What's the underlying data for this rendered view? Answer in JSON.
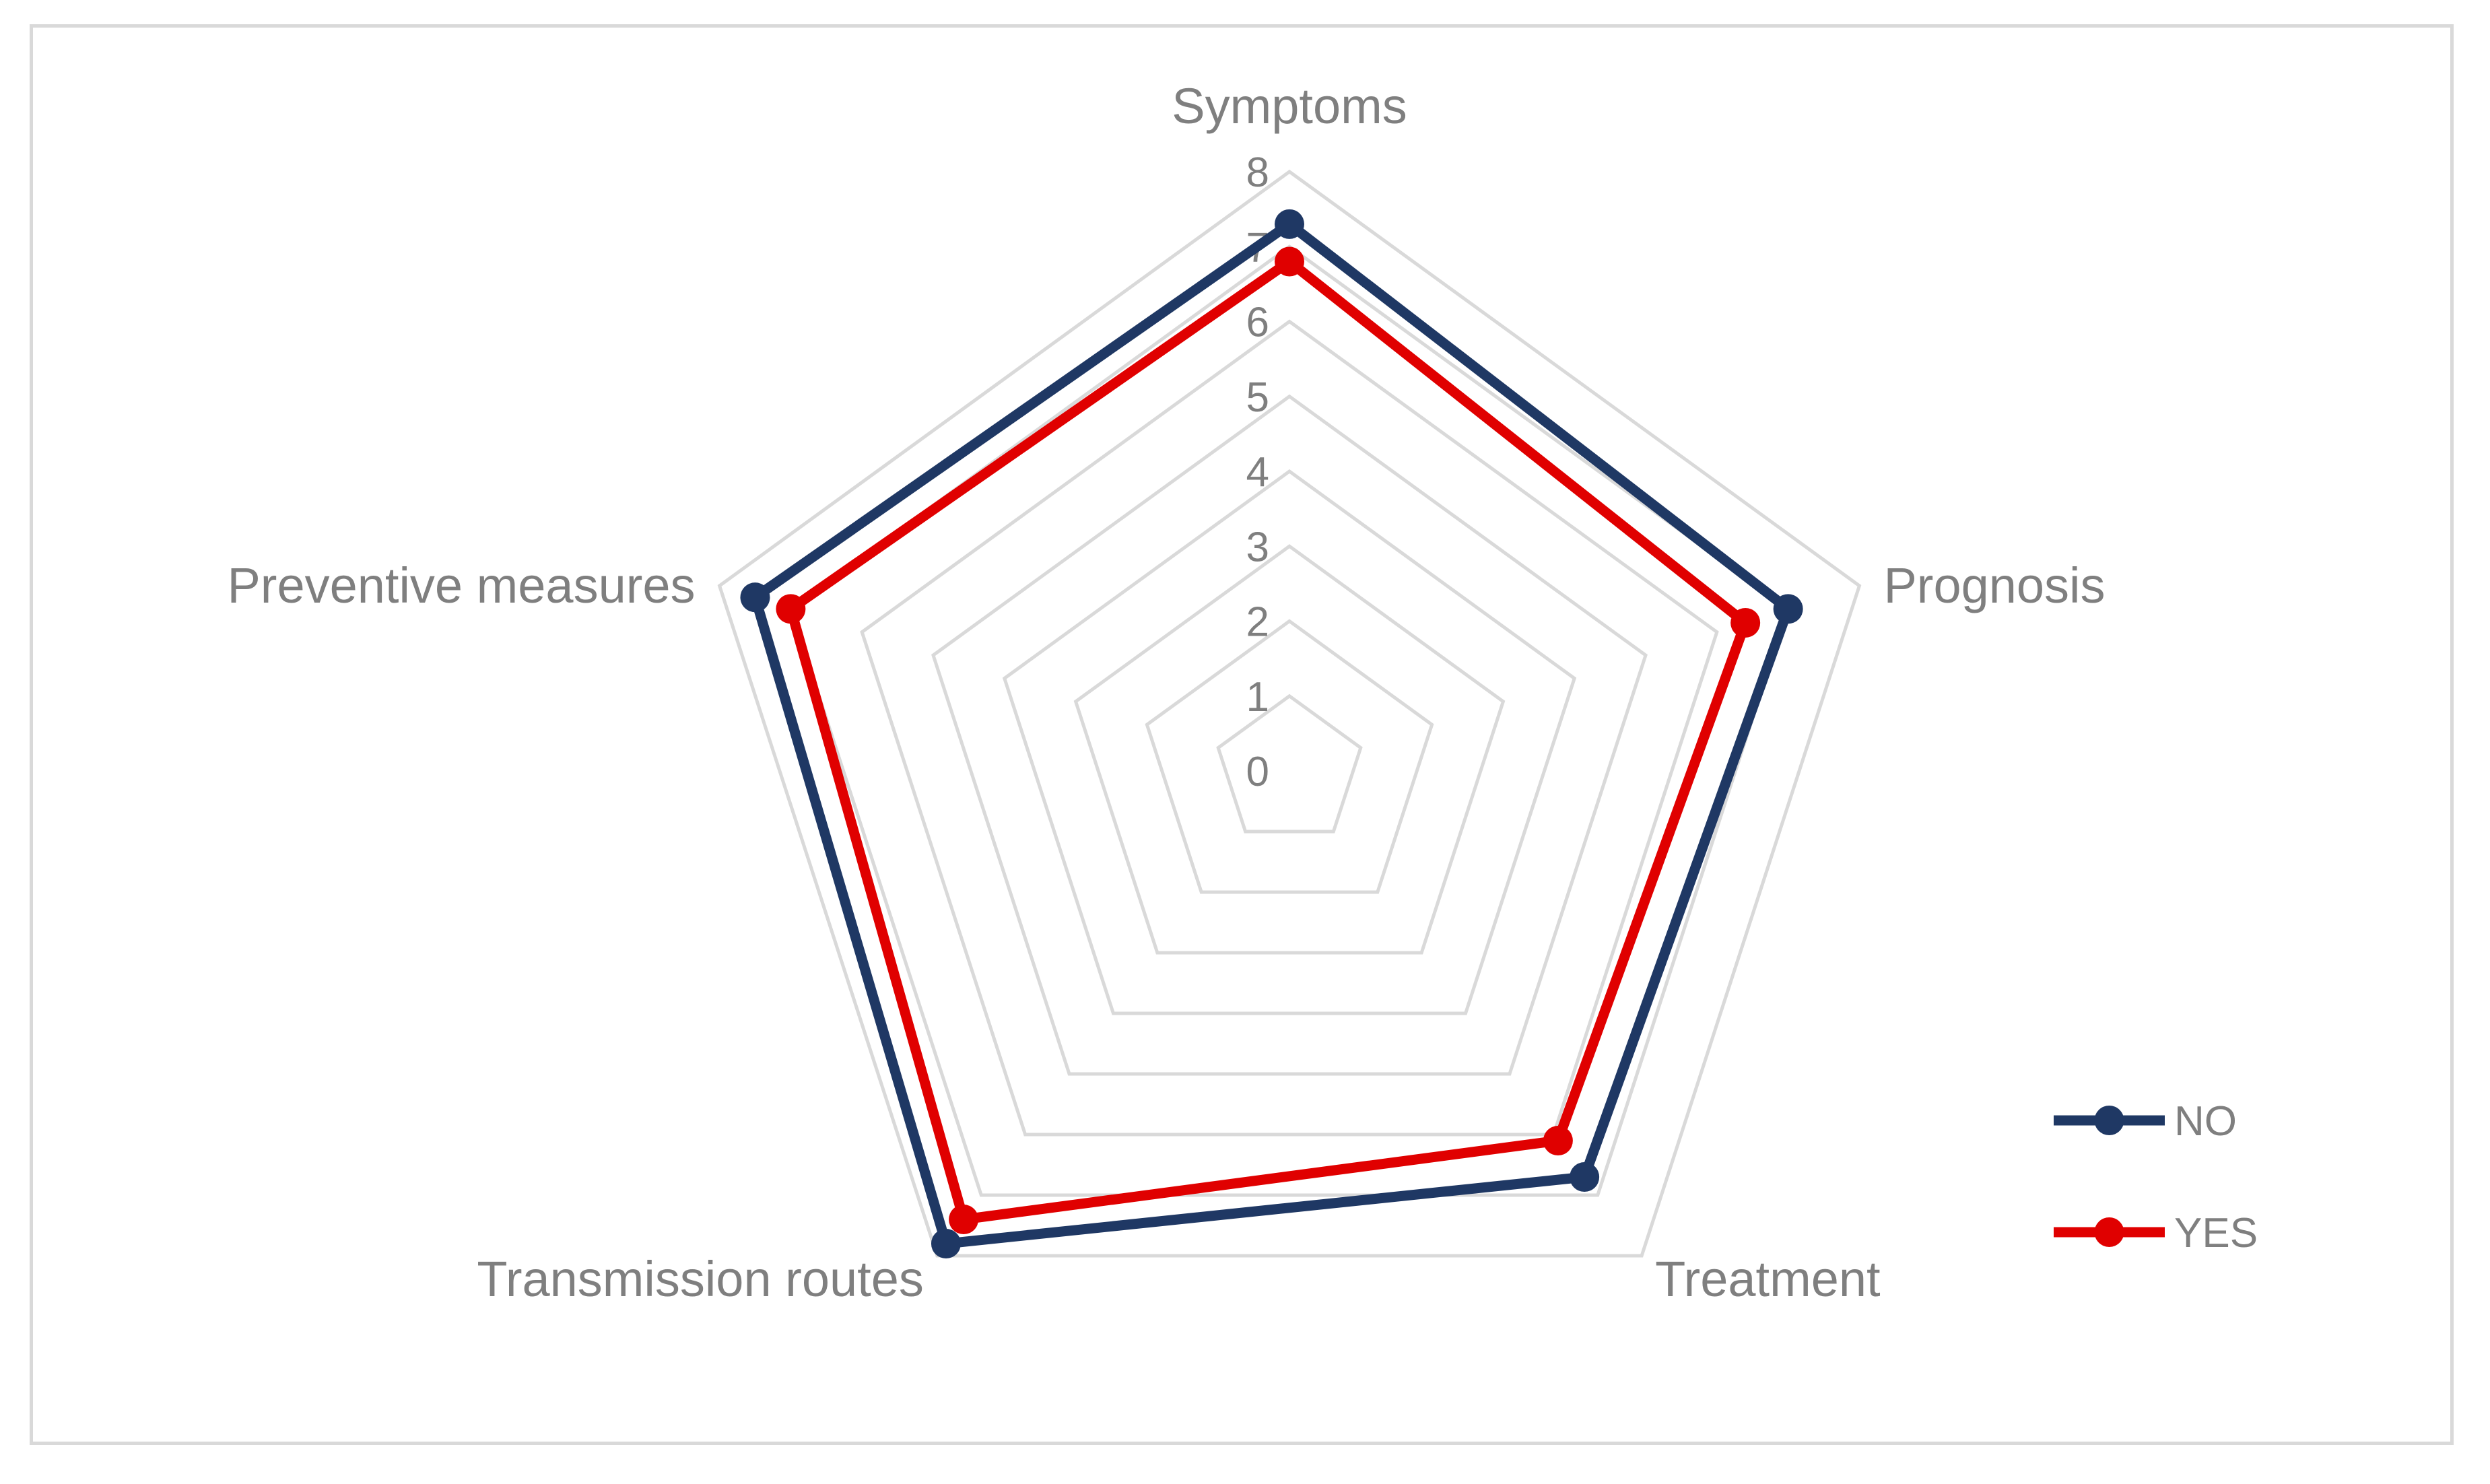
{
  "chart_data": {
    "type": "radar",
    "categories": [
      "Symptoms",
      "Prognosis",
      "Treatment",
      "Transmission routes",
      "Preventive measures"
    ],
    "series": [
      {
        "name": "NO",
        "values": [
          7.3,
          7.0,
          6.7,
          7.8,
          7.5
        ],
        "color": "#1f3864"
      },
      {
        "name": "YES",
        "values": [
          6.8,
          6.4,
          6.1,
          7.4,
          7.0
        ],
        "color": "#e00000"
      }
    ],
    "rlim": [
      0,
      8
    ],
    "ticks": [
      "0",
      "1",
      "2",
      "3",
      "4",
      "5",
      "6",
      "7",
      "8"
    ],
    "grid": true,
    "legend_position": "right"
  },
  "colors": {
    "grid": "#d9d9d9",
    "text": "#7f7f7f"
  }
}
